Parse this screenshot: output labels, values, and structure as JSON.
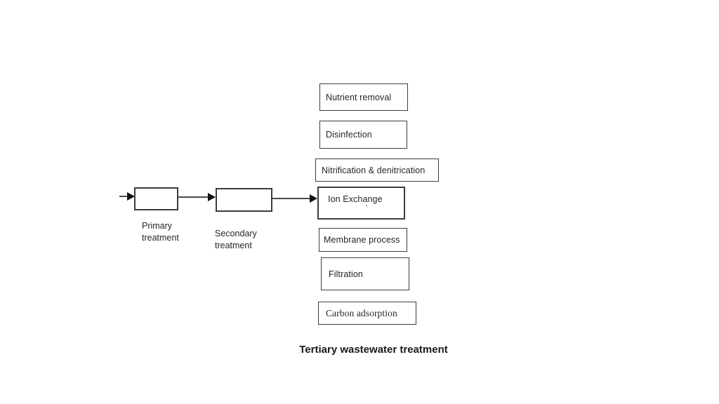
{
  "diagram": {
    "title": "Tertiary wastewater treatment",
    "flow": {
      "inflow_arrow": "arrow-right",
      "primary_label": "Primary\ntreatment",
      "secondary_label": "Secondary\ntreatment"
    },
    "tertiary_boxes": [
      {
        "label": "Nutrient removal"
      },
      {
        "label": "Disinfection"
      },
      {
        "label": "Nitrification & denitrication"
      },
      {
        "label": "Ion Exchange",
        "note": "`"
      },
      {
        "label": "Membrane process"
      },
      {
        "label": "Filtration"
      },
      {
        "label": "Carbon adsorption"
      }
    ],
    "colors": {
      "border": "#3d3d3d",
      "text": "#262626",
      "background": "#ffffff"
    }
  }
}
